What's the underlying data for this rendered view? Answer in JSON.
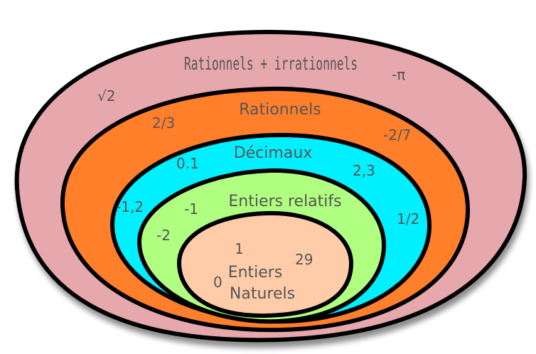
{
  "sets": [
    {
      "name": "Rationnels + irrationnels",
      "color": "#E6A8AC",
      "members": [
        "√2",
        "-π"
      ]
    },
    {
      "name": "Rationnels",
      "color": "#FF7F2A",
      "members": [
        "2/3",
        "-2/7"
      ]
    },
    {
      "name": "Décimaux",
      "color": "#00F0FF",
      "members": [
        "0.1",
        "2,3",
        "-1,2",
        "1/2"
      ]
    },
    {
      "name": "Entiers relatifs",
      "color": "#B0FF80",
      "members": [
        "-1",
        "-2"
      ]
    },
    {
      "name_line1": "Entiers",
      "name_line2": "Naturels",
      "color": "#FFCCAA",
      "members": [
        "1",
        "29",
        "0"
      ]
    }
  ]
}
